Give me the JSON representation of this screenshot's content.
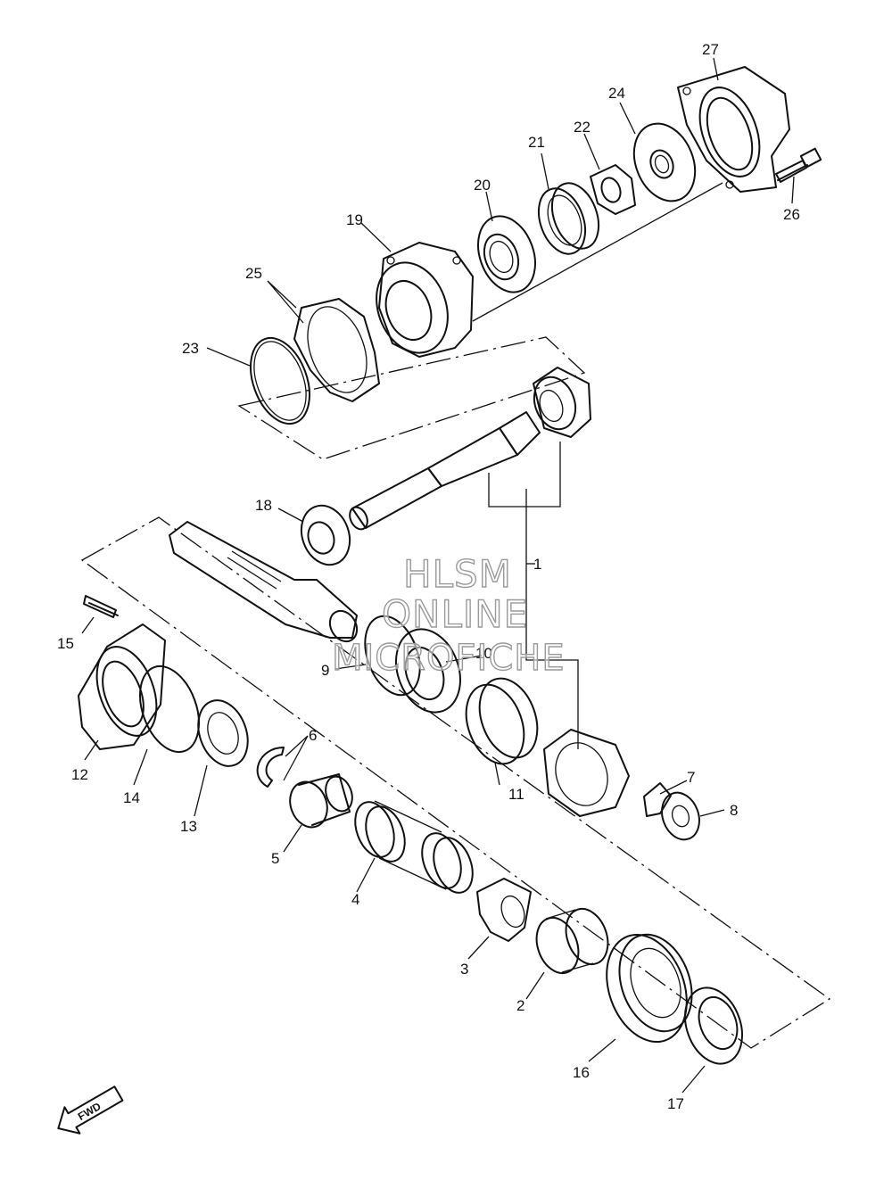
{
  "callouts": [
    {
      "id": "1",
      "text": "1"
    },
    {
      "id": "2",
      "text": "2"
    },
    {
      "id": "3",
      "text": "3"
    },
    {
      "id": "4",
      "text": "4"
    },
    {
      "id": "5",
      "text": "5"
    },
    {
      "id": "6",
      "text": "6"
    },
    {
      "id": "7",
      "text": "7"
    },
    {
      "id": "8",
      "text": "8"
    },
    {
      "id": "9",
      "text": "9"
    },
    {
      "id": "10",
      "text": "10"
    },
    {
      "id": "11",
      "text": "11"
    },
    {
      "id": "12",
      "text": "12"
    },
    {
      "id": "13",
      "text": "13"
    },
    {
      "id": "14",
      "text": "14"
    },
    {
      "id": "15",
      "text": "15"
    },
    {
      "id": "16",
      "text": "16"
    },
    {
      "id": "17",
      "text": "17"
    },
    {
      "id": "18",
      "text": "18"
    },
    {
      "id": "19",
      "text": "19"
    },
    {
      "id": "20",
      "text": "20"
    },
    {
      "id": "21",
      "text": "21"
    },
    {
      "id": "22",
      "text": "22"
    },
    {
      "id": "23",
      "text": "23"
    },
    {
      "id": "24",
      "text": "24"
    },
    {
      "id": "25",
      "text": "25"
    },
    {
      "id": "26",
      "text": "26"
    },
    {
      "id": "27",
      "text": "27"
    }
  ],
  "watermark": {
    "line1": "HLSM",
    "line2": "ONLINE",
    "line3": "MICROFICHE"
  },
  "direction_badge": {
    "text": "FWD"
  }
}
